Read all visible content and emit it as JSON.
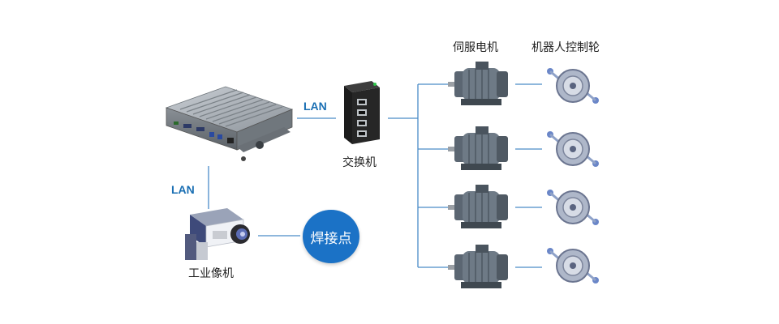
{
  "labels": {
    "lan_top": "LAN",
    "lan_left": "LAN",
    "switch": "交换机",
    "camera": "工业像机",
    "weld_point": "焊接点",
    "servo_header": "伺服电机",
    "wheel_header": "机器人控制轮"
  },
  "colors": {
    "accent": "#1b72c6",
    "line": "#4a8cc8",
    "lan_text": "#1a6fb3"
  },
  "motor_rows": 4
}
